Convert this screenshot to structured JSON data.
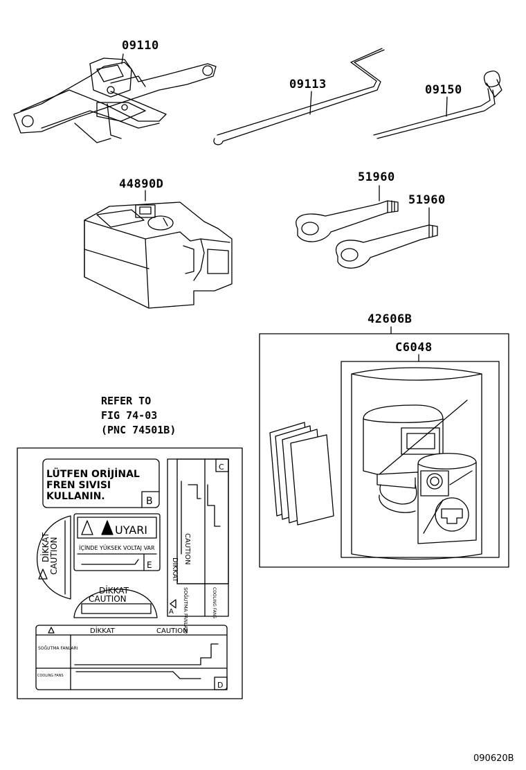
{
  "parts": {
    "jack": "09110",
    "jack_handle": "09113",
    "wrench": "09150",
    "repair_kit": "44890D",
    "eye_bolt_1": "51960",
    "eye_bolt_2": "51960",
    "pouch": "42606B",
    "case": "C6048"
  },
  "refer": {
    "line1": "REFER TO",
    "line2": "FIG 74-03",
    "line3": "(PNC 74501B)"
  },
  "labels": {
    "brake_fluid": {
      "line1": "LÜTFEN ORİJİNAL",
      "line2": "FREN SIVISI",
      "line3": "KULLANIN.",
      "tag": "B"
    },
    "uyari": {
      "title": "UYARI",
      "text": "İÇİNDE YÜKSEK VOLTAJ VAR",
      "tag": "E"
    },
    "dikkat_caution": {
      "dikkat": "DİKKAT",
      "caution": "CAUTION"
    },
    "label_c": {
      "tag": "C",
      "caution": "CAUTION",
      "dikkat": "DIKKAT",
      "sogutma": "SOĞUTMA FANLARI",
      "cooling": "COOLING FANS",
      "tag_a": "A"
    },
    "label_d": {
      "dikkat": "DİKKAT",
      "caution": "CAUTION",
      "sogutma": "SOĞUTMA FANLARI",
      "cooling": "COOLING FANS",
      "tag": "D"
    }
  },
  "footer": "090620B"
}
